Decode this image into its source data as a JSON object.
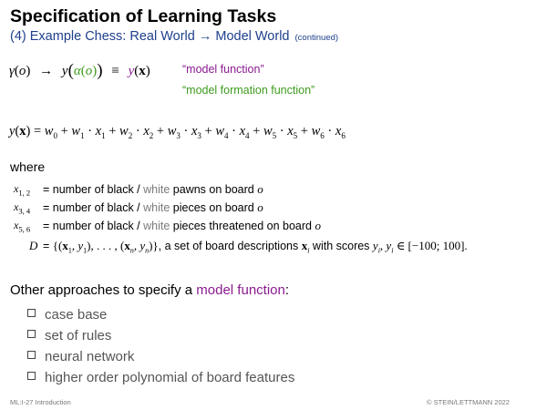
{
  "title": "Specification of Learning Tasks",
  "subtitle": {
    "main": "(4) Example Chess: Real World → Model World",
    "continued": "(continued)"
  },
  "mapping": {
    "model_function_label": "“model function”",
    "model_formation_label": "“model formation function”"
  },
  "where_label": "where",
  "definitions": [
    {
      "sub": "1, 2",
      "pre": "= number of black / ",
      "white": "white",
      "post": " pawns on board "
    },
    {
      "sub": "3, 4",
      "pre": "= number of black / ",
      "white": "white",
      "post": " pieces on board "
    },
    {
      "sub": "5, 6",
      "pre": "= number of black / ",
      "white": "white",
      "post": " pieces threatened on board "
    }
  ],
  "dataset_text": {
    "a": ", a set of board descriptions ",
    "b": " with scores "
  },
  "approaches": {
    "prefix": "Other approaches to specify a ",
    "highlight": "model function",
    "suffix": ":",
    "items": [
      "case base",
      "set of rules",
      "neural network",
      "higher order polynomial of board features"
    ]
  },
  "footer": {
    "left": "ML:I-27   Introduction",
    "right": "© STEIN/LETTMANN 2022"
  },
  "colors": {
    "heading_blue": "#1f3f8c",
    "model_function_purple": "#8a1a8f",
    "model_formation_green": "#3e9b1e"
  }
}
